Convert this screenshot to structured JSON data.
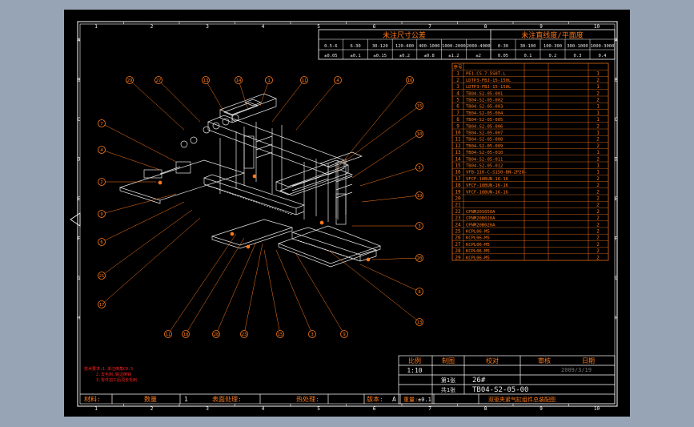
{
  "window": {
    "background": "#97a4b5",
    "sheet_background": "#000000"
  },
  "colors": {
    "frame": "#ffffff",
    "orange": "#ff7a1a",
    "red": "#ff2020",
    "drawing": "#e8e8e8"
  },
  "grid": {
    "top_numbers": [
      "1",
      "2",
      "3",
      "4",
      "5",
      "6",
      "7",
      "8",
      "9",
      "10"
    ],
    "left_letters": [
      "A",
      "B",
      "C",
      "D",
      "E",
      "F",
      "G",
      "H"
    ]
  },
  "tolerance_table": {
    "header_left": "未注尺寸公差",
    "header_right": "未注直线度/平面度",
    "ranges_left": [
      "0.5-6",
      "6-30",
      "30-120",
      "120-400",
      "400-1000",
      "1000-2000",
      "2000-4000"
    ],
    "values_left": [
      "±0.05",
      "±0.1",
      "±0.15",
      "±0.2",
      "±0.8",
      "±1.2",
      "±2"
    ],
    "ranges_right": [
      "0-30",
      "30-100",
      "100-300",
      "300-1000",
      "1000-3000"
    ],
    "values_right": [
      "0.05",
      "0.1",
      "0.2",
      "0.3",
      "0.4"
    ]
  },
  "parts_list": {
    "header_num": "序号",
    "rows": [
      {
        "n": "1",
        "code": "PE1-CS-7.5S0T-L",
        "qty": "1"
      },
      {
        "n": "2",
        "code": "LDTP3-FBJ-15-150L",
        "qty": "2"
      },
      {
        "n": "3",
        "code": "LDTP3-FBJ-15-150L",
        "qty": "1"
      },
      {
        "n": "4",
        "code": "TB04-S2-05-001",
        "qty": "2"
      },
      {
        "n": "5",
        "code": "TB04-S2-05-002",
        "qty": "2"
      },
      {
        "n": "6",
        "code": "TB04-S2-05-003",
        "qty": "1"
      },
      {
        "n": "7",
        "code": "TB04-S2-05-004",
        "qty": "1"
      },
      {
        "n": "8",
        "code": "TB04-S2-05-005",
        "qty": "1"
      },
      {
        "n": "9",
        "code": "TB04-S2-05-006",
        "qty": "2"
      },
      {
        "n": "10",
        "code": "TB04-S2-05-007",
        "qty": "1"
      },
      {
        "n": "11",
        "code": "TB04-S2-05-008",
        "qty": "2"
      },
      {
        "n": "12",
        "code": "TB04-S2-05-009",
        "qty": "2"
      },
      {
        "n": "13",
        "code": "TB04-S2-05-010",
        "qty": "1"
      },
      {
        "n": "14",
        "code": "TB04-S2-05-011",
        "qty": "2"
      },
      {
        "n": "15",
        "code": "TB04-S2-05-012",
        "qty": "1"
      },
      {
        "n": "16",
        "code": "VFB-110-C-S150-BN-2P20-",
        "qty": "1"
      },
      {
        "n": "17",
        "code": "VFCF-18BUN-16-16",
        "qty": "2"
      },
      {
        "n": "18",
        "code": "VFCF-18BUN-16-16",
        "qty": "2"
      },
      {
        "n": "19",
        "code": "VFCF-18BUN-16-16",
        "qty": "2"
      },
      {
        "n": "20",
        "code": "",
        "qty": "2"
      },
      {
        "n": "21",
        "code": "",
        "qty": "2"
      },
      {
        "n": "22",
        "code": "CPNM20S050A",
        "qty": "2"
      },
      {
        "n": "23",
        "code": "CPNM20B020A",
        "qty": "2"
      },
      {
        "n": "24",
        "code": "CPNM20B020A",
        "qty": "2"
      },
      {
        "n": "25",
        "code": "KCPL06-M5",
        "qty": "2"
      },
      {
        "n": "26",
        "code": "KCPL06-M5",
        "qty": "2"
      },
      {
        "n": "27",
        "code": "KCPL06-M5",
        "qty": "2"
      },
      {
        "n": "28",
        "code": "KCPL06-M5",
        "qty": "2"
      },
      {
        "n": "29",
        "code": "KCPL06-M5",
        "qty": "2"
      }
    ]
  },
  "balloons": [
    "29",
    "27",
    "13",
    "14",
    "1",
    "11",
    "4",
    "16",
    "15",
    "10",
    "5",
    "19",
    "3",
    "20",
    "8",
    "13",
    "7",
    "4",
    "2",
    "9",
    "6",
    "21",
    "17",
    "11",
    "18",
    "28",
    "23",
    "15",
    "3",
    "9",
    "17"
  ],
  "title_block": {
    "labels_top": [
      "比例",
      "制图",
      "校对",
      "审核",
      "日期"
    ],
    "scale_value": "1:10",
    "date": "2009/3/19",
    "row2_a": "第1张",
    "row2_b": "共1张",
    "designer": "26#",
    "drawing_number": "TB04-S2-05-00",
    "material_label": "材料:",
    "quantity_label": "数量",
    "quantity_value": "1",
    "surface_label": "表面处理:",
    "heat_label": "热处理:",
    "version_label": "版本:",
    "version_value": "A",
    "weight_label": "重量:",
    "weight_value": "±0.1",
    "part_name": "双驱夹紧气缸组件总装配图"
  },
  "notes": {
    "lines": [
      "技术要求:1.未注倒角C0.5",
      "2.去毛刺,锐边倒钝",
      "3.零件加工后须去毛刺"
    ]
  }
}
